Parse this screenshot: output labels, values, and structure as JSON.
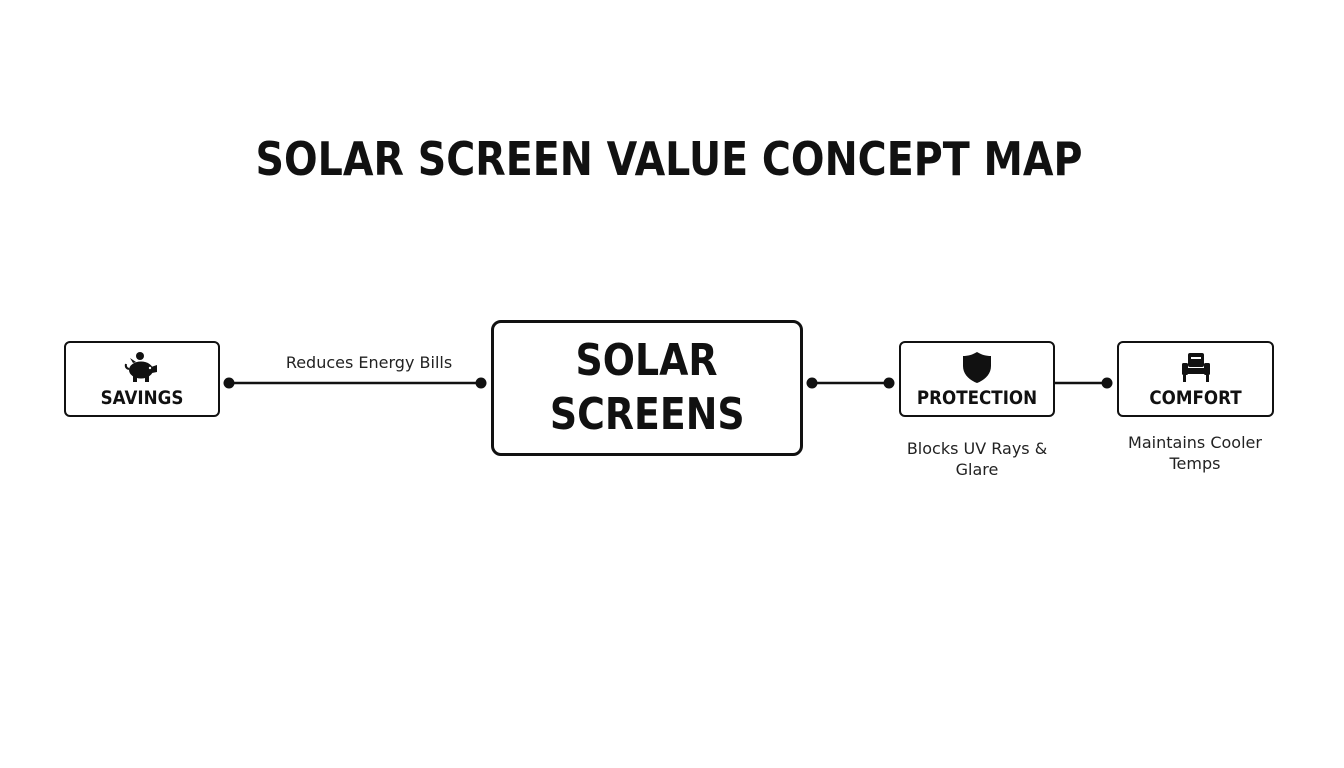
{
  "title": "SOLAR SCREEN VALUE CONCEPT MAP",
  "central": {
    "line1": "SOLAR",
    "line2": "SCREENS"
  },
  "nodes": {
    "savings": {
      "label": "SAVINGS",
      "icon": "piggy-bank-icon"
    },
    "protection": {
      "label": "PROTECTION",
      "icon": "shield-icon"
    },
    "comfort": {
      "label": "COMFORT",
      "icon": "armchair-icon"
    }
  },
  "edges": {
    "savings": {
      "label": "Reduces Energy Bills"
    },
    "protection": {
      "label_line1": "Blocks UV Rays &",
      "label_line2": "Glare"
    },
    "comfort": {
      "label_line1": "Maintains Cooler",
      "label_line2": "Temps"
    }
  },
  "colors": {
    "ink": "#111111",
    "background": "#ffffff"
  }
}
